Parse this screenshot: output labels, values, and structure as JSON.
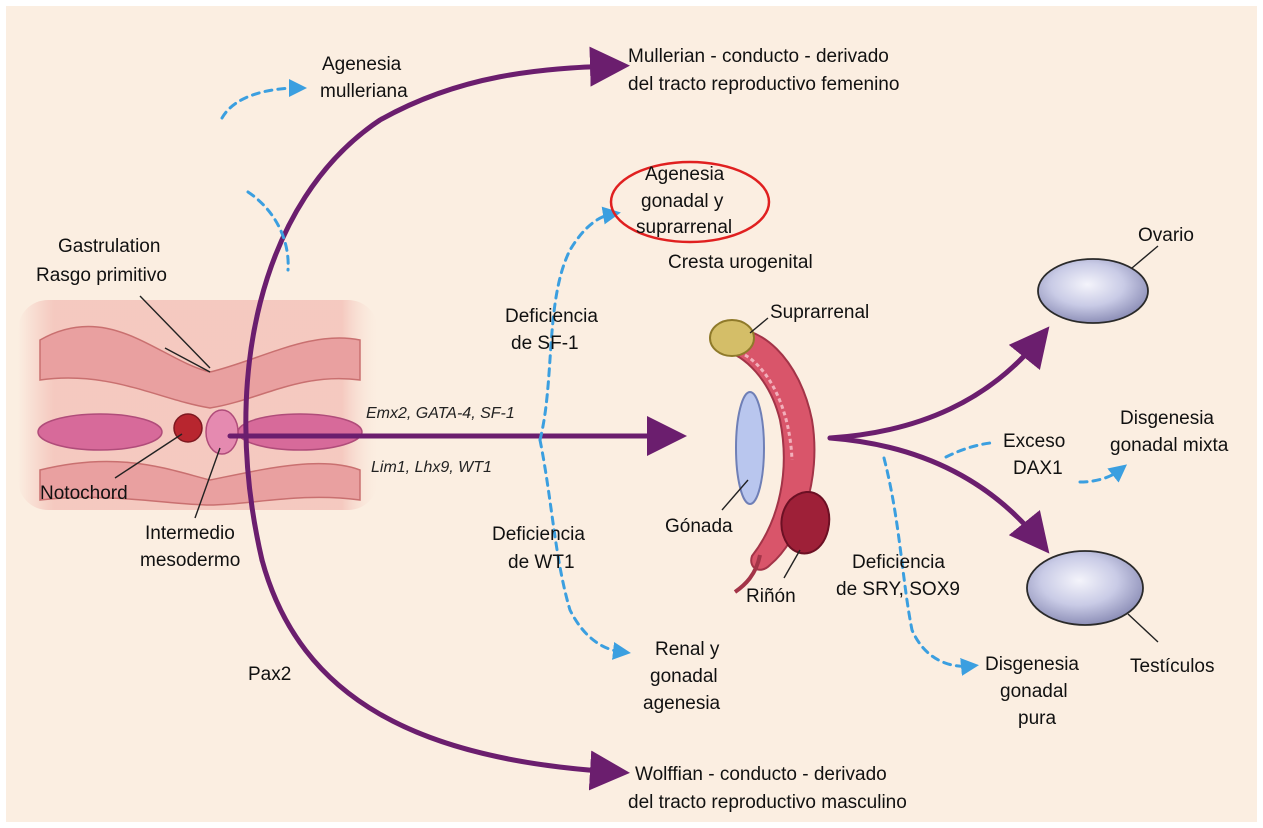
{
  "colors": {
    "background": "#fbeee1",
    "main_arrow": "#6b1e6e",
    "dashed_arrow": "#3b9fe0",
    "highlight_circle": "#e02020",
    "oval_fill": "#c9cbe6"
  },
  "labels": {
    "gastrulation": "Gastrulation",
    "primitive_streak": "Rasgo primitivo",
    "notochord": "Notochord",
    "intermediate_1": "Intermedio",
    "intermediate_2": "mesodermo",
    "agenesis_mulleriana_1": "Agenesia",
    "agenesis_mulleriana_2": "mulleriana",
    "mullerian_1": "Mullerian - conducto - derivado",
    "mullerian_2": "del tracto reproductivo femenino",
    "gonadal_agenesis_1": "Agenesia",
    "gonadal_agenesis_2": "gonadal y",
    "gonadal_agenesis_3": "suprarrenal",
    "cresta": "Cresta urogenital",
    "def_sf1_1": "Deficiencia",
    "def_sf1_2": "de SF-1",
    "genes_upper": "Emx2, GATA-4, SF-1",
    "genes_lower": "Lim1, Lhx9, WT1",
    "def_wt1_1": "Deficiencia",
    "def_wt1_2": "de WT1",
    "renal_1": "Renal y",
    "renal_2": "gonadal",
    "renal_3": "agenesia",
    "pax2": "Pax2",
    "wolffian_1": "Wolffian - conducto - derivado",
    "wolffian_2": "del tracto reproductivo masculino",
    "suprarrenal": "Suprarrenal",
    "gonada": "Gónada",
    "rinon": "Riñón",
    "ovario": "Ovario",
    "exceso_1": "Exceso",
    "exceso_2": "DAX1",
    "disgenesia_mixta_1": "Disgenesia",
    "disgenesia_mixta_2": "gonadal mixta",
    "def_sry_1": "Deficiencia",
    "def_sry_2": "de SRY, SOX9",
    "disgenesia_pura_1": "Disgenesia",
    "disgenesia_pura_2": "gonadal",
    "disgenesia_pura_3": "pura",
    "testiculos": "Testículos"
  }
}
